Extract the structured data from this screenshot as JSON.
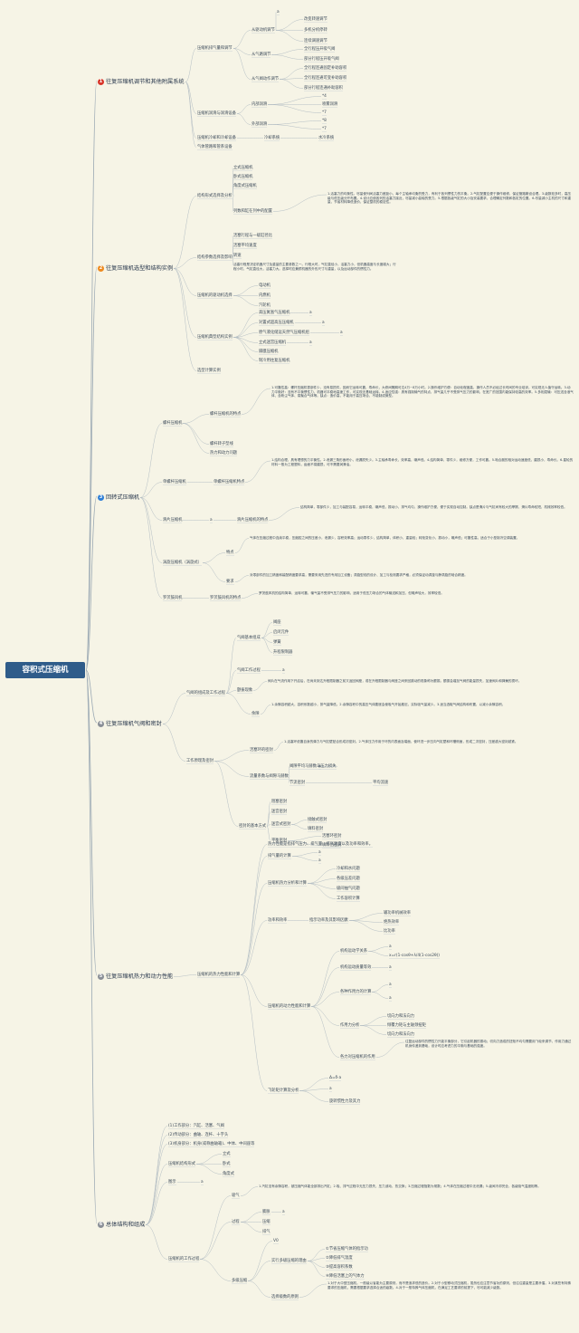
{
  "root": "容积式压缩机",
  "branches": [
    {
      "num": "1",
      "label": "往复压缩机调节和其他附属系统"
    },
    {
      "num": "2",
      "label": "往复压缩机选型和结构实例"
    },
    {
      "num": "3",
      "label": "回转式压缩机"
    },
    {
      "num": "4",
      "label": "往复压缩机气阀和密封"
    },
    {
      "num": "5",
      "label": "往复压缩机热力和动力性能"
    },
    {
      "num": "6",
      "label": "总体结构和组成"
    }
  ],
  "b1": {
    "l2": [
      "压缩机排气量和调节",
      "压缩机润滑与润滑设备",
      "压缩机冷却和冷却设备",
      "气体管路和管系设备"
    ],
    "l3": [
      "从驱动机调节",
      "从气路调节",
      "从气阀动作调节",
      "内部润滑",
      "外部润滑",
      "冷却系统"
    ],
    "l4": [
      "a",
      "改变转速调节",
      "多机分机停转",
      "连续调速调节",
      "全行程压开吸气阀",
      "部分行程压开吸气阀",
      "全行程连通固定补助容积",
      "全行程连通可变补助容积",
      "部分行程连通补助容积",
      "*4",
      "*7",
      "*8",
      "*7"
    ],
    "l5": [
      "喷雾润滑",
      "水冷系统"
    ]
  },
  "b2": {
    "l2": [
      "结构形式选择及分析",
      "结构参数选择及影响",
      "压缩机的驱动机选择",
      "压缩机典型结构实例",
      "选型计算实例"
    ],
    "l3": [
      "立式压缩机",
      "卧式压缩机",
      "角度式压缩机",
      "列数和缸在列中的配置",
      "活塞行程与一级缸径比",
      "活塞平均速度",
      "转速",
      "电动机",
      "内燃机",
      "汽轮机",
      "高压氮氢气压缩机",
      "对置式超高压压缩机",
      "原气液化储运天然气压缩机组",
      "立式迷宫压缩机",
      "隔膜压缩机",
      "制冷用往复压缩机"
    ],
    "l4": [
      "a",
      "a",
      "a",
      "a"
    ],
    "para1": "1.活塞力的均衡性。尽量使列间活塞力差距小，每个主轴承均衡的受力，有利于各列惯性力的平衡。2.气缸配置应便于操作维修，保证管路敷设合理。3.级数较多时，高压级与低压级分开布置。4.设计应使各列的活塞力接近，尽量减小曲轴的受力。5.根据各级气缸的大小及安装要求，合理确定列数和各缸的位置。6.尽量减小主机的尺寸和重量，节省材料降低造价，保证整机的稳定性。",
    "para2": "活塞行程是决定机器尺寸及重量的主要参数之一。行程大时，气缸直径小，活塞力小，但机器高度与长度增大；行程小时，气缸直径大，活塞力大。选择时应兼顾机器的外形尺寸与重量，以及运动部件的惯性力。"
  },
  "b3": {
    "l2": [
      "螺杆压缩机",
      "单螺杆压缩机",
      "滑片压缩机",
      "涡旋压缩机（涡旋式）",
      "罗茨鼓风机"
    ],
    "l3": [
      "螺杆压缩机的特点",
      "螺杆转子型线",
      "热力和动力问题",
      "单螺杆压缩机特点",
      "a",
      "滑片压缩机的特点",
      "特点",
      "要求",
      "罗茨鼓风机的特点"
    ],
    "para_screw": "1.可靠性高：螺杆压缩机零部件少，没有易损件，因而它运转可靠，寿命长，大修间隔期可达4万~8万小时。2.操作维护方便：自动化程度高，操作人员不必经过长时间的专业培训，可实现无人值守运转。3.动力平衡好：没有不平衡惯性力，机器可平稳地高速工作，可实现无基础运转。4.适应性强：具有强制输气的特点，排气量几乎不受排气压力的影响，在宽广的范围内能保持较高的效率。5.多相混输：可压送含液气体、含粉尘气体、易聚合气体等。缺点：造价高，不能用于高压场合，不能制成微型。",
    "para_single": "1.结构合理，具有理想的力平衡性。2.泄漏三角形面积小，泄漏损失少。3.主轴承寿命长，效率高，噪声低。4.结构简单，零件少，维修方便，工作可靠。5.啮合副的相对运动速度低，磨损小，寿命长。6.星轮的材料一般为工程塑料，齿面不易磨损，可不需要润滑油。",
    "para_vane": "结构简单，零部件少，加工与装配容易，运转平稳，噪声低，振动小，排气均匀，操作维护方便，便于实现自动控制。缺点是滑片与气缸间有较大的摩擦，滑片寿命较短，机械效率较低。",
    "para_scroll_a": "气体在压缩过程中连续平稳，压缩腔之间的压差小，泄漏少，容积效率高；运动零件少，结构简单，体积小，重量轻；转矩变化小，振动小，噪声低；可靠性高，适合于小型制冷空调装置。",
    "para_scroll_b": "对零部件的加工精度和装配精度要求高，需要采用先进的专用加工设备；涡旋型线的设计、加工与检测要求严格，必须保证动涡旋与静涡旋的啮合精度。",
    "para_roots": "罗茨鼓风机的结构简单，运转可靠，输气量不受排气压力的影响，适用于低压力场合的气体输送和加压，但噪声较大，效率较低。"
  },
  "b4": {
    "l2": [
      "气阀的组成及工作过程",
      "工作原理及密封"
    ],
    "l3": [
      "气阀基本组成",
      "气阀工作过程",
      "颤振现象",
      "余隙",
      "活塞环的密封",
      "流量系数与阀隙马赫数",
      "密封的基本方式"
    ],
    "l4": [
      "阀座",
      "启闭元件",
      "弹簧",
      "升程限制器",
      "a",
      "a",
      "流量系数",
      "阀隙平均马赫数与压力损失",
      "节流密封",
      "阻塞密封",
      "迷宫密封",
      "迷宫式密封",
      "接触式密封",
      "填料密封",
      "平衡密封",
      "活塞环密封",
      "填料函密封",
      "a",
      "平均流速"
    ],
    "para_flutter": "阀片在气流作用下开启后，在尚未到达升程限制器之前又返回阀座，或在升程限制器与阀座之间来回跳动的现象称为颤振。颤振会增加气阀的能量损失，加速阀片和弹簧的损坏。",
    "para_gap": "1.余隙容积越大，容积系数越小，排气量降低。2.余隙容积中的高压气体膨胀会使吸气开始推迟，实际吸气量减少。3.适当选取气阀结构和布置，以减小余隙容积。",
    "para_ring": "1.活塞环依靠自身的弹力与气缸壁贴合形成初密封。2.气体压力作用于环的内表面及端面，使环进一步压向气缸壁和环槽侧面，形成二次密封，压差越大密封越紧。"
  },
  "b5": {
    "l2": [
      "压缩机的热力性能和计算"
    ],
    "l3": [
      "热力性能是指排气压力、排气量、排气温度以及功率和效率。",
      "排气量的计算",
      "压缩机热力分析和计算",
      "功率和效率",
      "压缩机的动力性能和计算",
      "飞轮矩计算及分析"
    ],
    "l4": [
      "a",
      "a",
      "冷却和水问题",
      "各级压差问题",
      "级间抽气问题",
      "工作容积计算",
      "指示功率及其影响因素",
      "a",
      "a",
      "机构运动学关系",
      "机构运动质量等效",
      "各种作用力的计算",
      "作用力分析",
      "各力对压缩机的作用",
      "Δ=δ·a",
      "a",
      "旋转惯性力及其力"
    ],
    "l5": [
      "输功率机械效率",
      "绝热效率",
      "比功率",
      "a",
      "x=r(1-cosθ+λ/4(1-cos2θ))",
      "a",
      "a",
      "a",
      "切向力和法向力",
      "倾覆力矩与主轴颈扭矩",
      "切向力和法向力"
    ],
    "para_force": "往复运动部件的惯性力只能平衡部分，它引起机器的振动；切向力造成的扭矩不均匀需要用飞轮来调节，作用力通过机身传递到基础，设计时应考虑力的平衡与基础的强度。"
  },
  "b6": {
    "l2": [
      "(1)工作部分：汽缸、活塞、气阀",
      "(2)传动部分：曲轴、连杆、十字头",
      "(3)机身部分：机身(或称曲轴箱)、中体、中间座等",
      "压缩机结构形式",
      "图示",
      "压缩机的工作过程"
    ],
    "l3": [
      "立式",
      "卧式",
      "角度式",
      "a",
      "吸气",
      "过程",
      "多级压缩"
    ],
    "l4": [
      "膨胀",
      "压缩",
      "排气",
      "a",
      "V0",
      "实行多级压缩的理由",
      "选择级数的原则"
    ],
    "l5": [
      "①节省压缩气体的指示功",
      "②降低排气温度",
      "③提高容积系数",
      "④降低活塞上的气体力"
    ],
    "para_suction": "1.汽缸没有余隙容积，被压缩气体能全部排出汽缸；2.吸、排气过程中无压力损失、压力波动、热交换；3.压缩过程指数为常数；4.气体在压缩过程中无泄漏；5.级间冷却完全，各级吸气温度相等。",
    "para_levels": "1.对于大中型压缩机，一般级以省能为主要原则，而不是追求低的造价。2.对于小型移动式压缩机，虽然也应注意节省功的原则，但往往重量是主要矛盾。3.对某些有特殊要求的压缩机，需要根据要求选择合适的级数。4.对于一般特殊气体压缩机，在满足工艺要求的前提下，尽可能减少级数。"
  }
}
